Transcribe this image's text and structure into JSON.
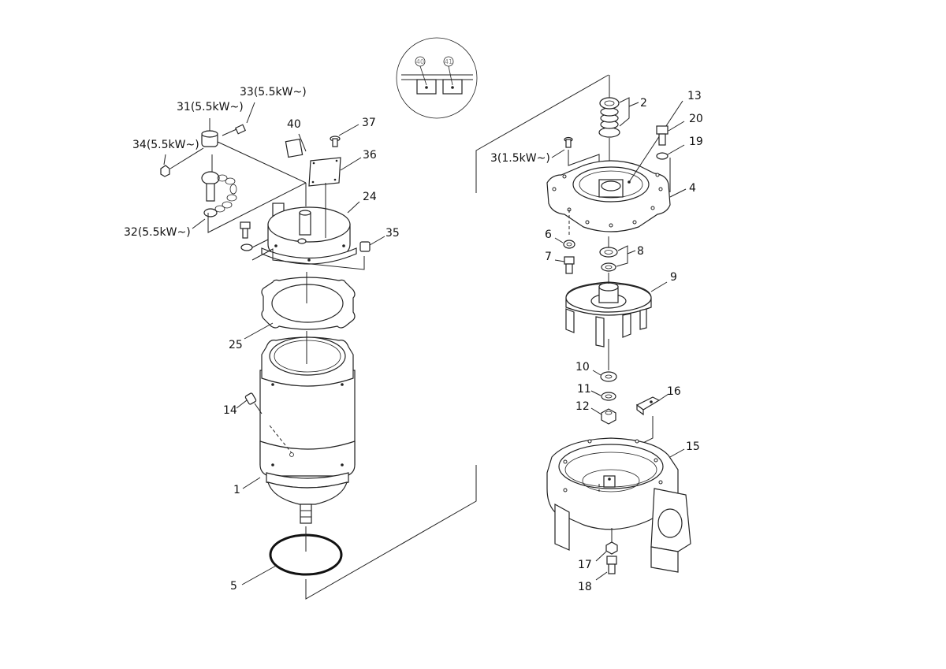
{
  "labels": {
    "p1": "1",
    "p2": "2",
    "p3": "3(1.5kW~)",
    "p4": "4",
    "p5": "5",
    "p6": "6",
    "p7": "7",
    "p8": "8",
    "p9": "9",
    "p10": "10",
    "p11": "11",
    "p12": "12",
    "p13": "13",
    "p14": "14",
    "p15": "15",
    "p16": "16",
    "p17": "17",
    "p18": "18",
    "p19": "19",
    "p20": "20",
    "p24": "24",
    "p25": "25",
    "p31": "31(5.5kW~)",
    "p32": "32(5.5kW~)",
    "p33": "33(5.5kW~)",
    "p34": "34(5.5kW~)",
    "p35": "35",
    "p36": "36",
    "p37": "37",
    "p40": "40"
  },
  "inset": {
    "a": "40",
    "b": "41"
  }
}
